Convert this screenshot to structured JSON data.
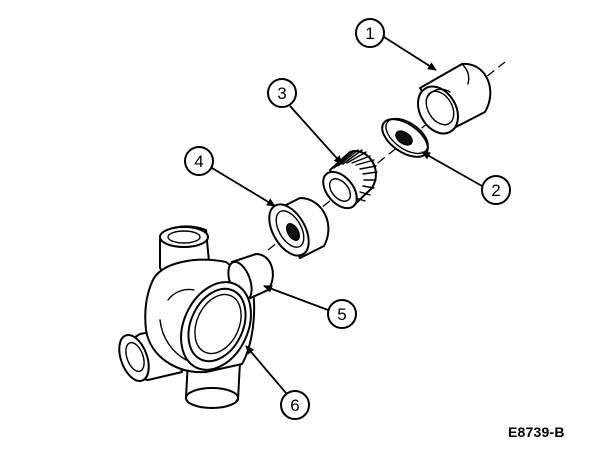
{
  "figure": {
    "reference_code": "E8739-B",
    "callouts": [
      {
        "number": "1"
      },
      {
        "number": "2"
      },
      {
        "number": "3"
      },
      {
        "number": "4"
      },
      {
        "number": "5"
      },
      {
        "number": "6"
      }
    ]
  }
}
